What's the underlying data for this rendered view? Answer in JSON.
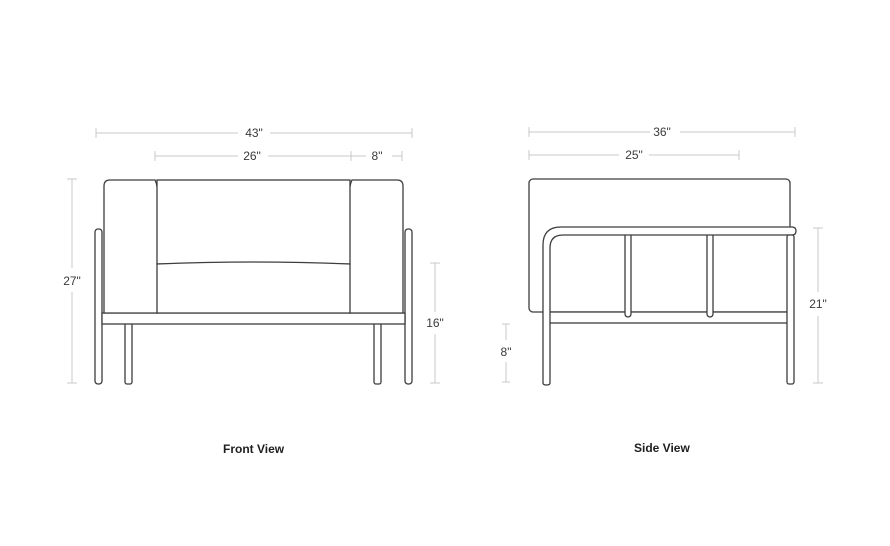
{
  "diagram": {
    "type": "furniture-dimension-drawing",
    "subject": "armchair",
    "line_color": "#3d3d3d",
    "dimension_color": "#c9c9c9",
    "front_view": {
      "caption": "Front View",
      "dimensions": {
        "overall_width": "43\"",
        "seat_width": "26\"",
        "arm_width": "8\"",
        "overall_height": "27\"",
        "seat_height": "16\""
      }
    },
    "side_view": {
      "caption": "Side View",
      "dimensions": {
        "overall_depth": "36\"",
        "seat_depth": "25\"",
        "clearance_height": "8\"",
        "arm_height": "21\""
      }
    }
  }
}
